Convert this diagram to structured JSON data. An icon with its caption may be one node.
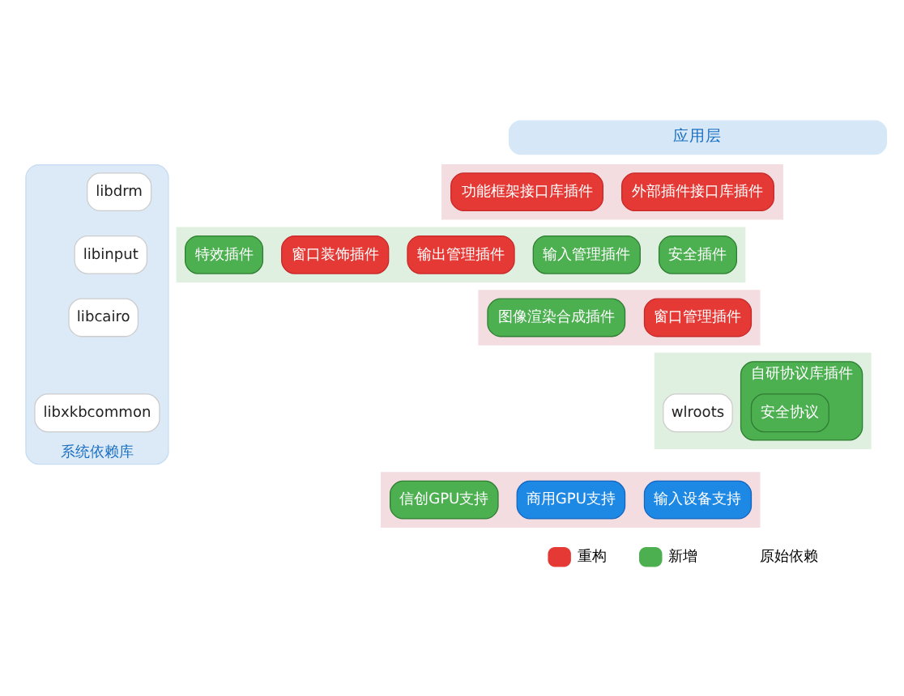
{
  "diagram": {
    "nodes": [
      {
        "text": [
          "应用层"
        ]
      },
      {
        "text": [
          "系统依赖库"
        ]
      },
      {
        "text": [
          "libdrm"
        ],
        "in": 1
      },
      {
        "text": [
          "libinput"
        ],
        "in": 1
      },
      {
        "text": [
          "libcairo"
        ],
        "in": 1
      },
      {
        "text": [
          "libxkbcommon"
        ],
        "in": 1
      },
      {
        "text": [],
        "shape": "bar"
      },
      {
        "text": [
          "外部插件接口库插件"
        ],
        "in": 6
      },
      {
        "text": [
          "功能框架接口库插件"
        ],
        "in": 6
      },
      {
        "text": [],
        "shape": "bar"
      },
      {
        "text": [
          "安全插件"
        ],
        "in": 9
      },
      {
        "text": [
          "输入管理插件"
        ],
        "in": 9
      },
      {
        "text": [
          "输出管理插件"
        ],
        "in": 9
      },
      {
        "text": [
          "窗口装饰插件"
        ],
        "in": 9
      },
      {
        "text": [
          "特效插件"
        ],
        "in": 9
      },
      {
        "text": [],
        "shape": "bar"
      },
      {
        "text": [
          "窗口管理插件"
        ],
        "in": 15
      },
      {
        "text": [
          "图像渲染合成插件"
        ],
        "in": 15
      },
      {
        "text": [],
        "shape": "bar"
      },
      {
        "text": [
          "wlroots"
        ],
        "in": 18
      },
      {
        "text": [
          "自研协议库插件"
        ],
        "in": 18
      },
      {
        "text": [
          "安全协议"
        ],
        "in": 20
      },
      {
        "text": [],
        "shape": "bar"
      },
      {
        "text": [
          "输入设备支持"
        ],
        "in": 22
      },
      {
        "text": [
          "商用GPU支持"
        ],
        "in": 22
      },
      {
        "text": [
          "信创GPU支持"
        ],
        "in": 22
      }
    ],
    "edges": [],
    "legend": [
      {
        "text": "重构",
        "color": "#e53935"
      },
      {
        "text": "新增",
        "color": "#4caf50"
      },
      {
        "text": "原始依赖",
        "color": "#ffffff"
      }
    ]
  }
}
